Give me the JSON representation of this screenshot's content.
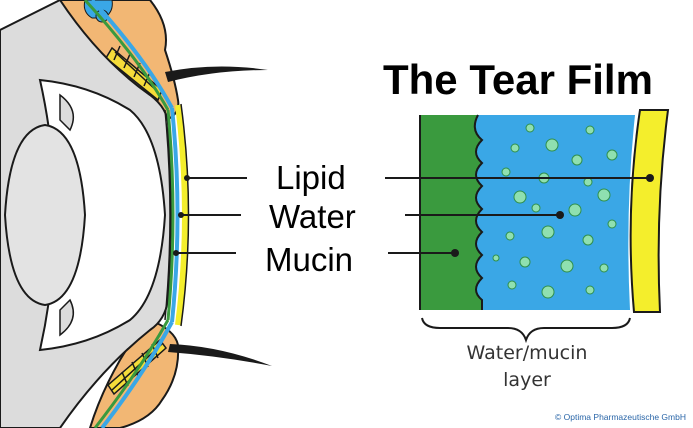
{
  "title": "The Tear Film",
  "layers": [
    {
      "label": "Lipid",
      "color": "#f4ee2c"
    },
    {
      "label": "Water",
      "color": "#3aa7e6"
    },
    {
      "label": "Mucin",
      "color": "#3a9a3e"
    }
  ],
  "caption": {
    "line1": "Water/mucin",
    "line2": "layer"
  },
  "copyright": "© Optima Pharmazeutische GmbH",
  "colors": {
    "eyelid": "#f2b774",
    "gland": "#f5dc3a",
    "sclera": "#dcdcdc",
    "lens": "#e3e3e3",
    "outline": "#1a1a1a",
    "droplet": "#8fe0b0"
  }
}
